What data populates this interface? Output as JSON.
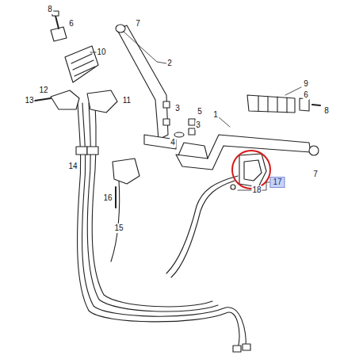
{
  "diagram": {
    "labels": [
      "8",
      "6",
      "7",
      "10",
      "2",
      "12",
      "13",
      "11",
      "3",
      "5",
      "9",
      "6",
      "8",
      "1",
      "3",
      "4",
      "14",
      "16",
      "15",
      "18",
      "17",
      "7"
    ]
  }
}
